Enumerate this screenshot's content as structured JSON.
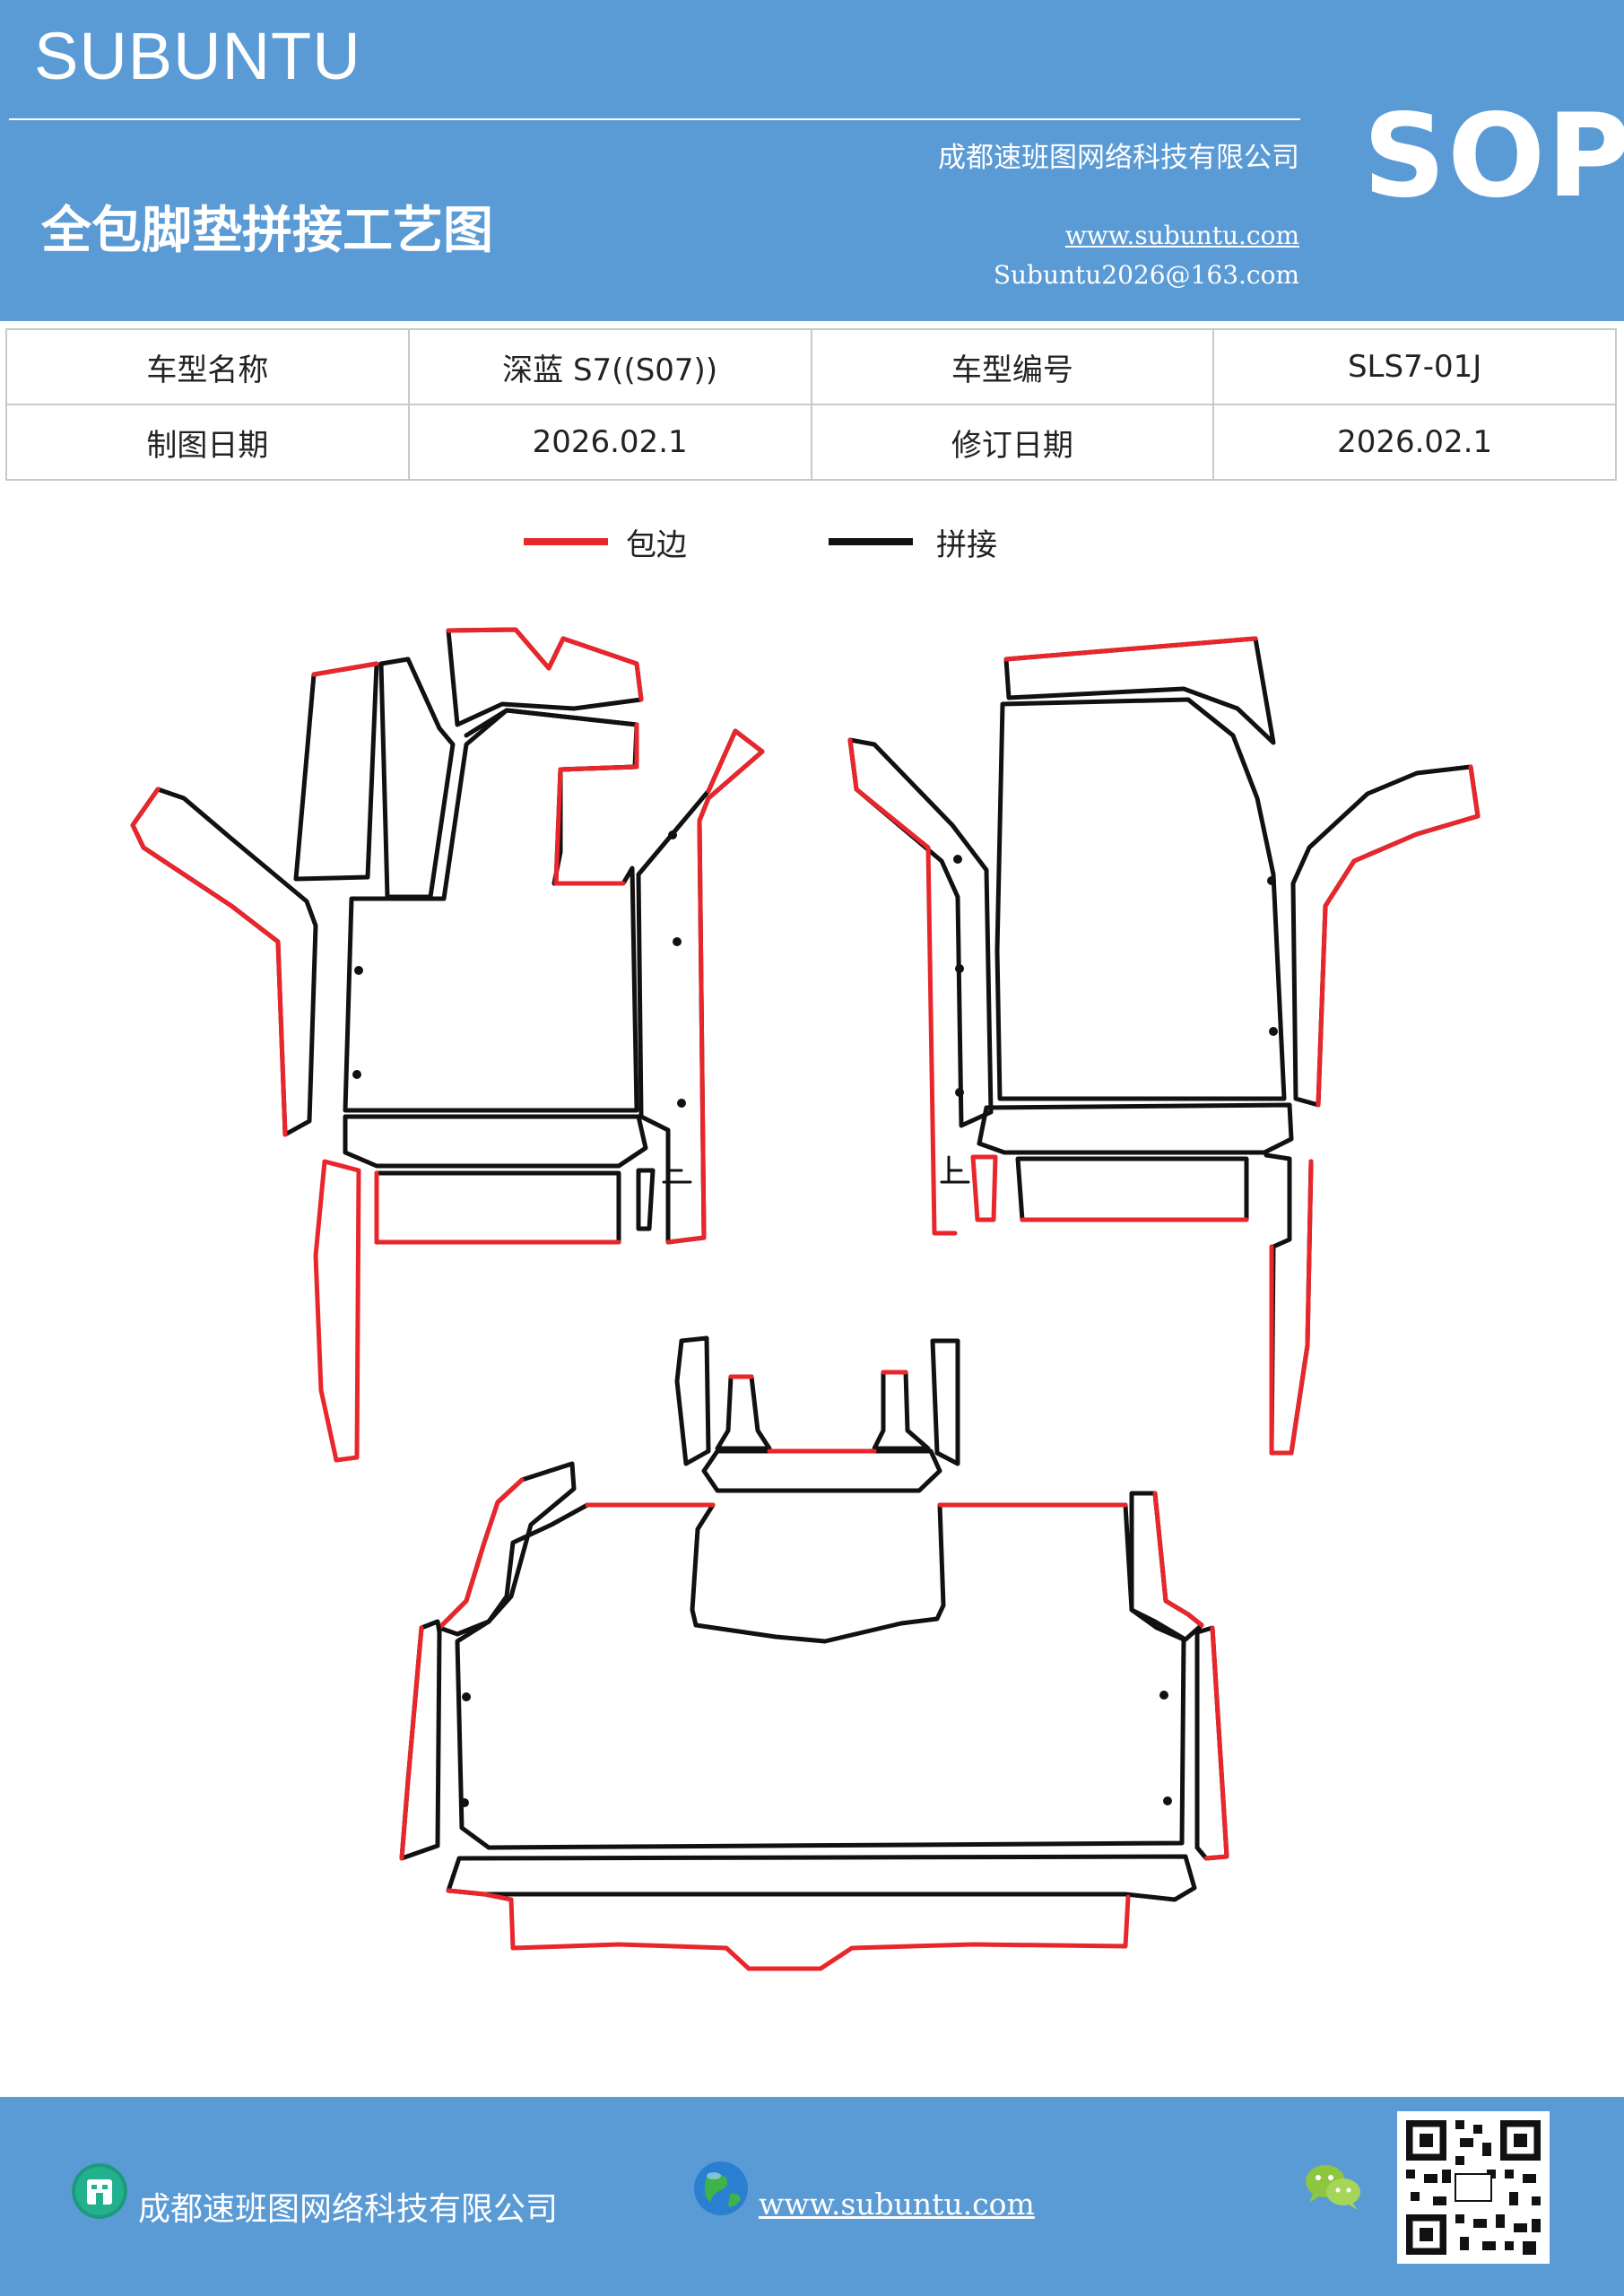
{
  "header": {
    "brand": "SUBUNTU",
    "company": "成都速班图网络科技有限公司",
    "title": "全包脚垫拼接工艺图",
    "website": "www.subuntu.com",
    "email": "Subuntu2026@163.com",
    "badge": "SOP"
  },
  "info_table": {
    "rows": [
      {
        "label1": "车型名称",
        "value1": "深蓝 S7((S07))",
        "label2": "车型编号",
        "value2": "SLS7-01J"
      },
      {
        "label1": "制图日期",
        "value1": "2026.02.1",
        "label2": "修订日期",
        "value2": "2026.02.1"
      }
    ]
  },
  "legend": {
    "items": [
      {
        "label": "包边",
        "color": "#e8262b"
      },
      {
        "label": "拼接",
        "color": "#111111"
      }
    ]
  },
  "footer": {
    "company": "成都速班图网络科技有限公司",
    "website": "www.subuntu.com",
    "icons": [
      "building-icon",
      "globe-icon",
      "wechat-icon",
      "qr-code"
    ]
  },
  "colors": {
    "header_bg": "#5b9bd5",
    "edge_binding": "#e8262b",
    "seam": "#111111"
  }
}
